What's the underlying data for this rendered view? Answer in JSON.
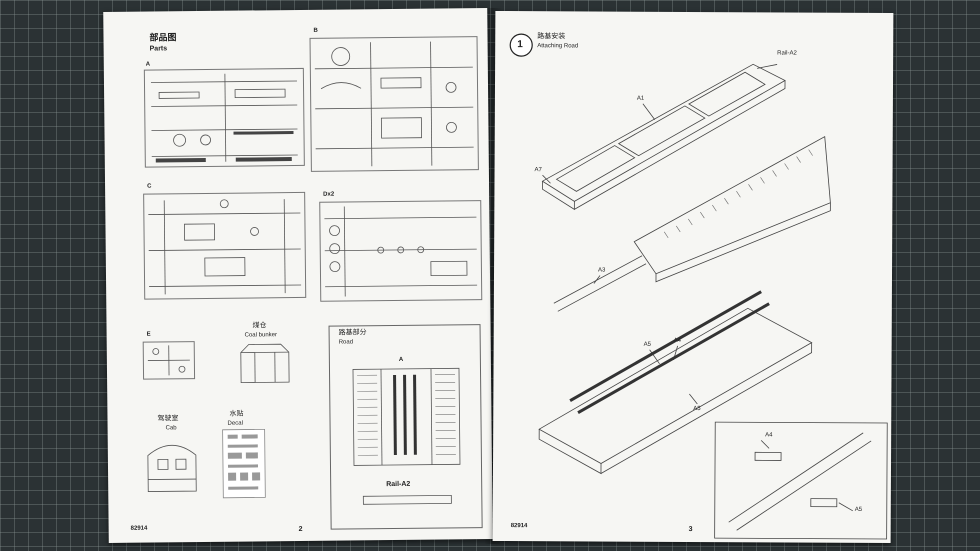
{
  "left_page": {
    "title_cn": "部品图",
    "title_en": "Parts",
    "sprue_labels": [
      "A",
      "B",
      "C",
      "Dx2",
      "E"
    ],
    "coal_bunker_cn": "煤仓",
    "coal_bunker_en": "Coal bunker",
    "cab_cn": "驾驶室",
    "cab_en": "Cab",
    "decal_cn": "水贴",
    "decal_en": "Decal",
    "road_cn": "路基部分",
    "road_en": "Road",
    "road_sprue_label": "A",
    "rail_label": "Rail-A2",
    "code": "82914",
    "page_number": "2"
  },
  "right_page": {
    "step_number": "1",
    "step_cn": "路基安装",
    "step_en": "Attaching Road",
    "labels": [
      "Rail-A2",
      "A1",
      "A7",
      "A3",
      "A5",
      "A4",
      "A5",
      "A4",
      "A5"
    ],
    "code": "82914",
    "page_number": "3"
  },
  "colors": {
    "mat": "#2b3234",
    "paper": "#f6f6f3",
    "ink": "#222222"
  }
}
